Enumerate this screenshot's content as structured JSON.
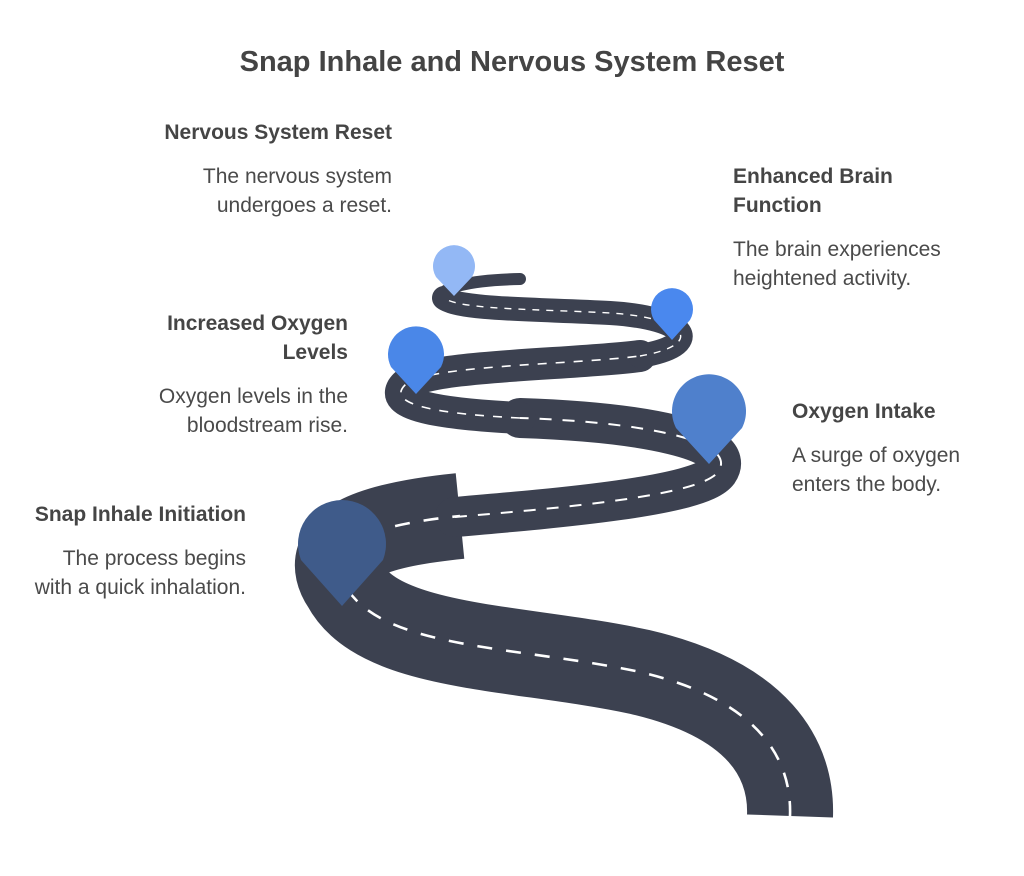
{
  "title": "Snap Inhale and Nervous System Reset",
  "colors": {
    "road": "#3c4150",
    "dash": "#ffffff",
    "pin_snap_inhale": "#3f5b8a",
    "pin_oxygen_intake": "#4f80cc",
    "pin_increased_oxygen": "#4a87e8",
    "pin_brain": "#4a88ee",
    "pin_reset": "#93b8f5"
  },
  "stages": [
    {
      "title": "Snap Inhale Initiation",
      "description": "The process begins with a quick inhalation."
    },
    {
      "title": "Oxygen Intake",
      "description": "A surge of oxygen enters the body."
    },
    {
      "title": "Increased Oxygen Levels",
      "description": "Oxygen levels in the bloodstream rise."
    },
    {
      "title": "Enhanced Brain Function",
      "description": "The brain experiences heightened activity."
    },
    {
      "title": "Nervous System Reset",
      "description": "The nervous system undergoes a reset."
    }
  ]
}
